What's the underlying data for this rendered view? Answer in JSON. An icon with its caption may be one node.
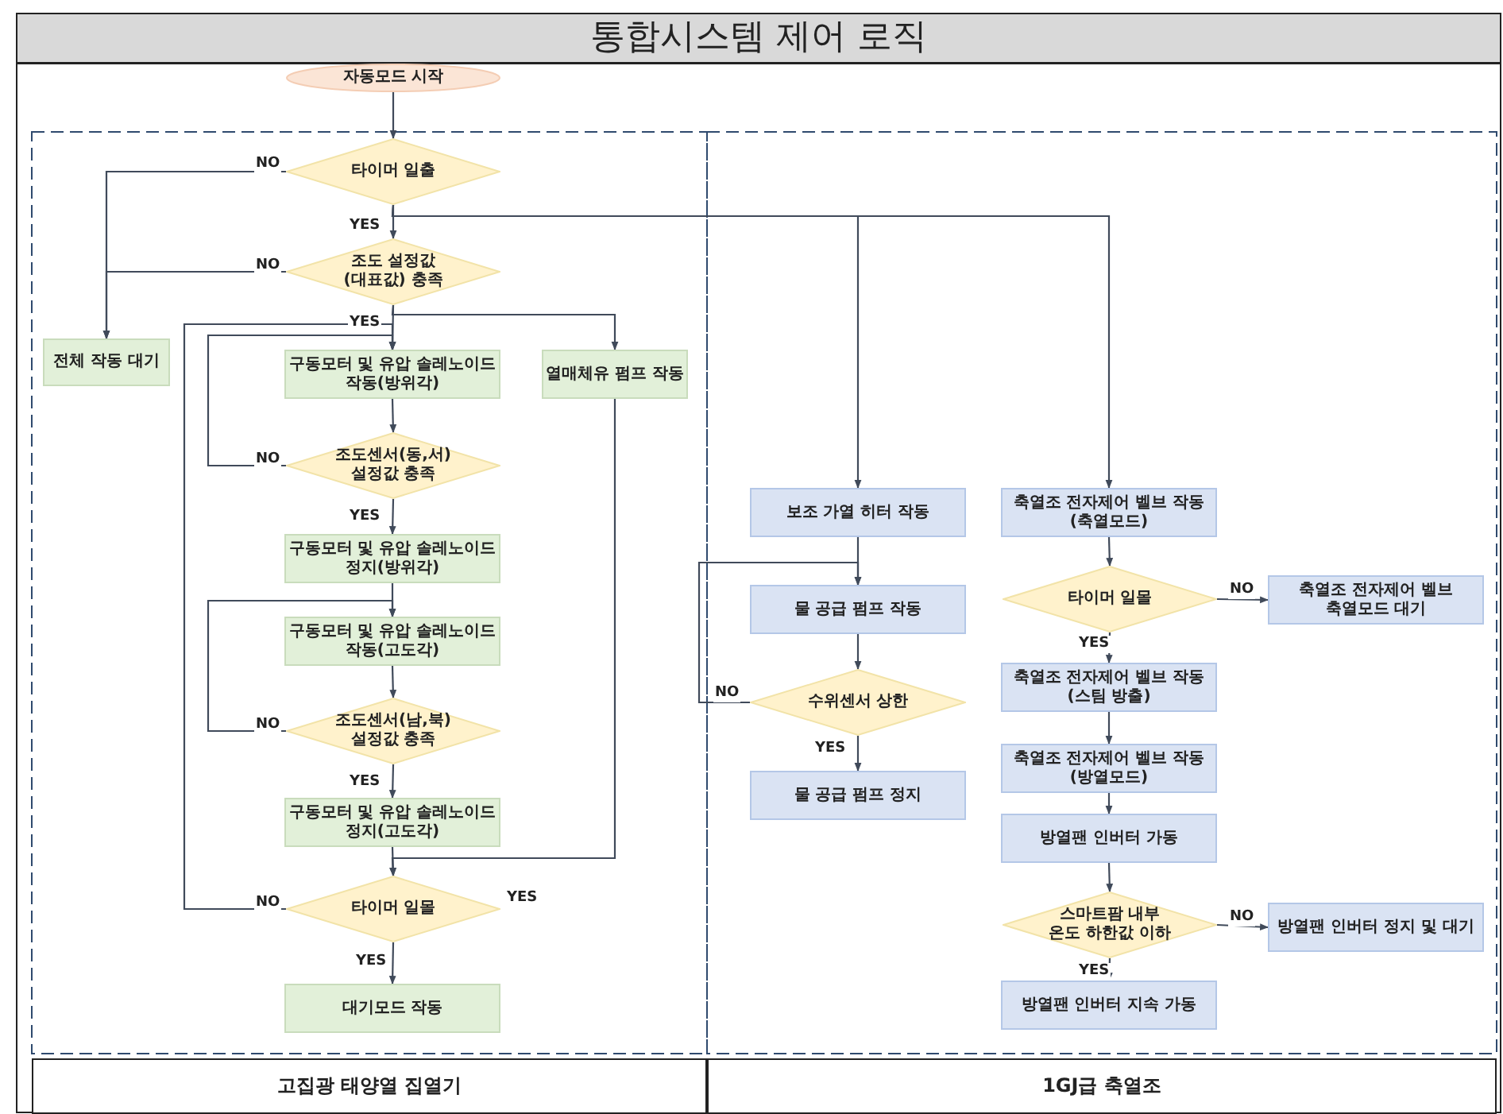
{
  "diagram": {
    "title": "통합시스템 제어 로직",
    "nodes": [
      {
        "text": [
          "자동모드 시작"
        ]
      },
      {
        "text": [
          "타이머 일출"
        ]
      },
      {
        "text": [
          "조도 설정값 (대표값) 충족"
        ]
      },
      {
        "text": [
          "전체 작동 대기"
        ]
      },
      {
        "text": [
          "구동모터 및 유압 솔레노이드 작동(방위각)"
        ]
      },
      {
        "text": [
          "열매체유 펌프 작동"
        ]
      },
      {
        "text": [
          "조도센서(동,서) 설정값 충족"
        ]
      },
      {
        "text": [
          "구동모터 및 유압 솔레노이드 정지(방위각)"
        ]
      },
      {
        "text": [
          "구동모터 및 유압 솔레노이드 작동(고도각)"
        ]
      },
      {
        "text": [
          "조도센서(남,북) 설정값 충족"
        ]
      },
      {
        "text": [
          "구동모터 및 유압 솔레노이드 정지(고도각)"
        ]
      },
      {
        "text": [
          "타이머 일몰"
        ]
      },
      {
        "text": [
          "대기모드 작동"
        ]
      },
      {
        "text": [
          "보조 가열 히터 작동"
        ]
      },
      {
        "text": [
          "물 공급 펌프 작동"
        ]
      },
      {
        "text": [
          "수위센서 상한"
        ]
      },
      {
        "text": [
          "물 공급 펌프 정지"
        ]
      },
      {
        "text": [
          "축열조 전자제어 벨브 작동 (축열모드)"
        ]
      },
      {
        "text": [
          "타이머 일몰"
        ]
      },
      {
        "text": [
          "축열조 전자제어 벨브 축열모드 대기"
        ]
      },
      {
        "text": [
          "축열조 전자제어 벨브 작동 (스팀 방출)"
        ]
      },
      {
        "text": [
          "축열조 전자제어 벨브 작동 (방열모드)"
        ]
      },
      {
        "text": [
          "방열팬 인버터 가동"
        ]
      },
      {
        "text": [
          "스마트팜 내부 온도 하한값 이하"
        ]
      },
      {
        "text": [
          "방열팬 인버터 정지 및 대기"
        ]
      },
      {
        "text": [
          "방열팬 인버터 지속 가동"
        ]
      },
      {
        "text": [
          "고집광 태양열 집열기"
        ]
      },
      {
        "text": [
          "1GJ급 축열조"
        ]
      }
    ],
    "edges": [
      {
        "from": 0,
        "to": 1,
        "arrow": "to"
      },
      {
        "from": 1,
        "to": 3,
        "arrow": "to",
        "label": "NO"
      },
      {
        "from": 1,
        "to": 2,
        "arrow": "to",
        "label": "YES"
      },
      {
        "from": 1,
        "to": 13,
        "arrow": "to"
      },
      {
        "from": 1,
        "to": 17,
        "arrow": "to"
      },
      {
        "from": 2,
        "to": 3,
        "arrow": "to",
        "label": "NO"
      },
      {
        "from": 2,
        "to": 4,
        "arrow": "to",
        "label": "YES"
      },
      {
        "from": 2,
        "to": 5,
        "arrow": "to"
      },
      {
        "from": 4,
        "to": 6,
        "arrow": "to"
      },
      {
        "from": 6,
        "to": 4,
        "arrow": "to",
        "label": "NO"
      },
      {
        "from": 6,
        "to": 7,
        "arrow": "to",
        "label": "YES"
      },
      {
        "from": 7,
        "to": 8,
        "arrow": "to"
      },
      {
        "from": 9,
        "to": 8,
        "arrow": "to",
        "label": "NO"
      },
      {
        "from": 8,
        "to": 9,
        "arrow": "to"
      },
      {
        "from": 9,
        "to": 10,
        "arrow": "to",
        "label": "YES"
      },
      {
        "from": 10,
        "to": 11,
        "arrow": "to"
      },
      {
        "from": 5,
        "to": 11,
        "arrow": "to"
      },
      {
        "from": 11,
        "to": 4,
        "arrow": "to",
        "label": "NO"
      },
      {
        "from": 11,
        "to": 12,
        "arrow": "to",
        "label": "YES"
      },
      {
        "from": 13,
        "to": 14,
        "arrow": "to"
      },
      {
        "from": 14,
        "to": 15,
        "arrow": "to"
      },
      {
        "from": 15,
        "to": 14,
        "arrow": "to",
        "label": "NO"
      },
      {
        "from": 15,
        "to": 16,
        "arrow": "to",
        "label": "YES"
      },
      {
        "from": 17,
        "to": 18,
        "arrow": "to"
      },
      {
        "from": 18,
        "to": 19,
        "arrow": "to",
        "label": "NO"
      },
      {
        "from": 18,
        "to": 20,
        "arrow": "to",
        "label": "YES"
      },
      {
        "from": 20,
        "to": 21,
        "arrow": "to"
      },
      {
        "from": 21,
        "to": 22,
        "arrow": "to"
      },
      {
        "from": 22,
        "to": 23,
        "arrow": "to"
      },
      {
        "from": 23,
        "to": 24,
        "arrow": "to",
        "label": "NO"
      },
      {
        "from": 23,
        "to": 25,
        "arrow": "to",
        "label": "YES"
      }
    ],
    "labels": [
      "YES"
    ]
  }
}
